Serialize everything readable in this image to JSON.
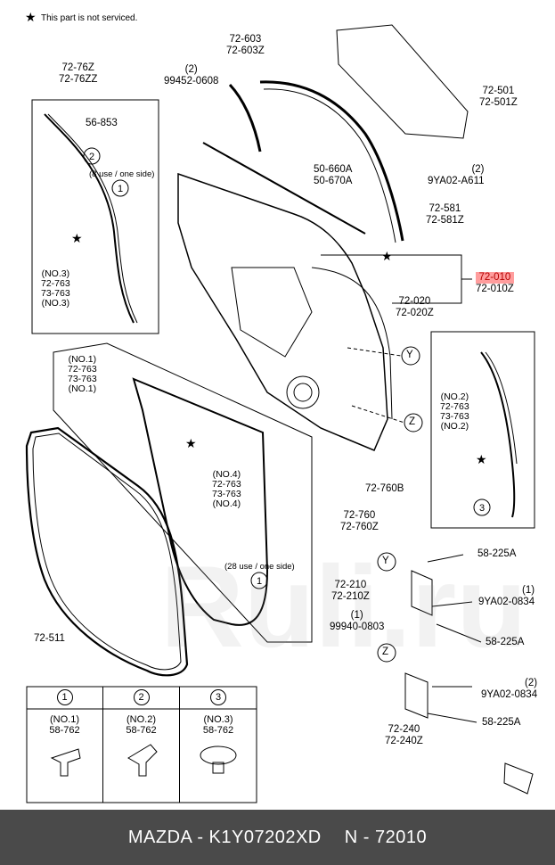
{
  "note": {
    "star_text": "This part is not serviced."
  },
  "labels": {
    "l_72_76Z": [
      "72-76Z",
      "72-76ZZ"
    ],
    "l_56_853": [
      "56-853"
    ],
    "l_8use": [
      "(8 use / one side)"
    ],
    "l_no3": [
      "(NO.3)",
      "72-763",
      "73-763",
      "(NO.3)"
    ],
    "l_72_603": [
      "72-603",
      "72-603Z"
    ],
    "l_99452": [
      "(2)",
      "99452-0608"
    ],
    "l_72_501": [
      "72-501",
      "72-501Z"
    ],
    "l_9YA02_A611": [
      "(2)",
      "9YA02-A611"
    ],
    "l_50_660A": [
      "50-660A",
      "50-670A"
    ],
    "l_72_581": [
      "72-581",
      "72-581Z"
    ],
    "l_72_010": [
      "72-010",
      "72-010Z"
    ],
    "l_72_020": [
      "72-020",
      "72-020Z"
    ],
    "l_Y": [
      "Y"
    ],
    "l_Z": [
      "Z"
    ],
    "l_no1": [
      "(NO.1)",
      "72-763",
      "73-763",
      "(NO.1)"
    ],
    "l_no4": [
      "(NO.4)",
      "72-763",
      "73-763",
      "(NO.4)"
    ],
    "l_72_760": [
      "72-760",
      "72-760Z"
    ],
    "l_28use": [
      "(28 use / one side)"
    ],
    "l_72_511": [
      "72-511"
    ],
    "l_no2": [
      "(NO.2)",
      "72-763",
      "73-763",
      "(NO.2)"
    ],
    "l_72_760B": [
      "72-760B"
    ],
    "l_58_225A_1": [
      "58-225A"
    ],
    "l_72_210": [
      "72-210",
      "72-210Z"
    ],
    "l_9YA02_0834_1": [
      "(1)",
      "9YA02-0834"
    ],
    "l_99940": [
      "(1)",
      "99940-0803"
    ],
    "l_58_225A_2": [
      "58-225A"
    ],
    "l_Y2": [
      "Y"
    ],
    "l_Z2": [
      "Z"
    ],
    "l_9YA02_0834_2": [
      "(2)",
      "9YA02-0834"
    ],
    "l_72_240": [
      "72-240",
      "72-240Z"
    ],
    "l_58_225A_3": [
      "58-225A"
    ]
  },
  "legend": [
    {
      "num": "1",
      "no": "(NO.1)",
      "part": "58-762"
    },
    {
      "num": "2",
      "no": "(NO.2)",
      "part": "58-762"
    },
    {
      "num": "3",
      "no": "(NO.3)",
      "part": "58-762"
    }
  ],
  "footer": {
    "brand_part": "MAZDA - K1Y07202XD",
    "ref": "N - 72010"
  },
  "colors": {
    "highlight_bg": "#ff9d9d",
    "highlight_text": "#b40000",
    "footer_bg": "#4a4a4a"
  }
}
